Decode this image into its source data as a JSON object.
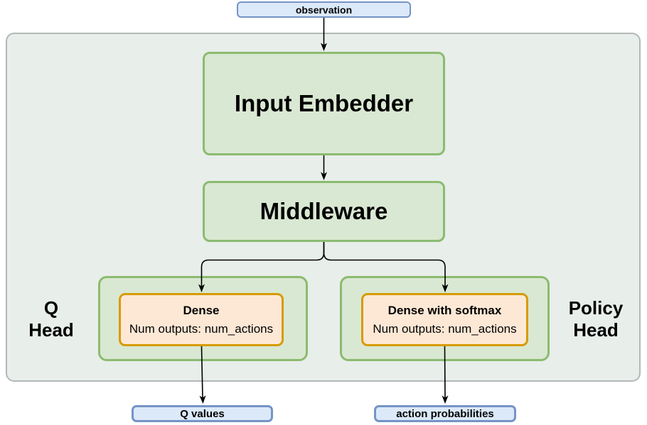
{
  "diagram": {
    "input_node": {
      "label": "observation"
    },
    "blocks": {
      "input_embedder": {
        "label": "Input Embedder"
      },
      "middleware": {
        "label": "Middleware"
      }
    },
    "q_head": {
      "label_line1": "Q",
      "label_line2": "Head",
      "block": {
        "title": "Dense",
        "subtitle": "Num outputs: num_actions"
      }
    },
    "policy_head": {
      "label_line1": "Policy",
      "label_line2": "Head",
      "block": {
        "title": "Dense with softmax",
        "subtitle": "Num outputs: num_actions"
      }
    },
    "output_nodes": [
      {
        "label": "Q values"
      },
      {
        "label": "action probabilities"
      }
    ]
  },
  "colors": {
    "canvas_bg": "#ffffff",
    "container_fill": "#e8eeea",
    "container_border": "#b3b7b8",
    "green_fill": "#d9e8d2",
    "green_border": "#8cbb70",
    "orange_fill": "#fde8d5",
    "orange_border": "#d79b00",
    "blue_fill": "#dce9f9",
    "blue_border": "#7593c6",
    "arrow": "#000000",
    "text": "#000000"
  }
}
